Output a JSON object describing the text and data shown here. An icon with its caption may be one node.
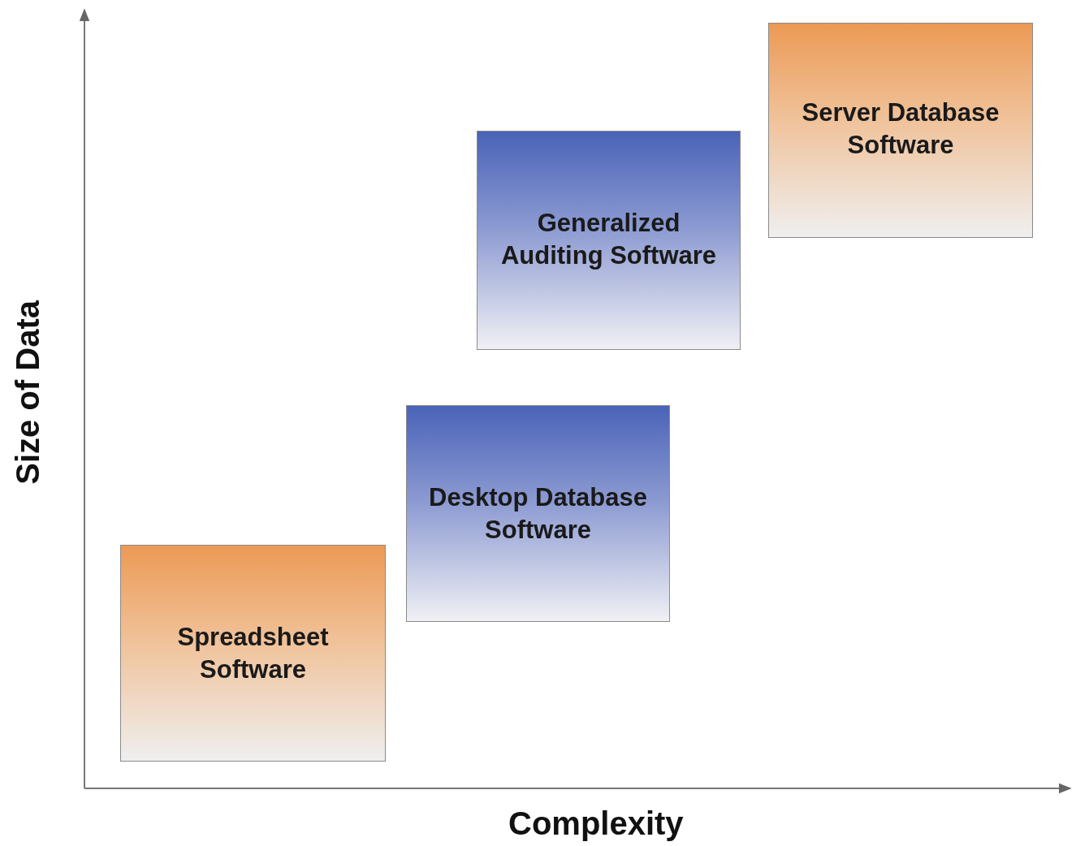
{
  "diagram": {
    "nodes": [
      {
        "text": [
          "Server Database Software"
        ]
      },
      {
        "text": [
          "Generalized Auditing Software"
        ]
      },
      {
        "text": [
          "Desktop Database Software"
        ]
      },
      {
        "text": [
          "Spreadsheet Software"
        ]
      }
    ],
    "labels": [
      "Size of Data",
      "Complexity"
    ]
  }
}
